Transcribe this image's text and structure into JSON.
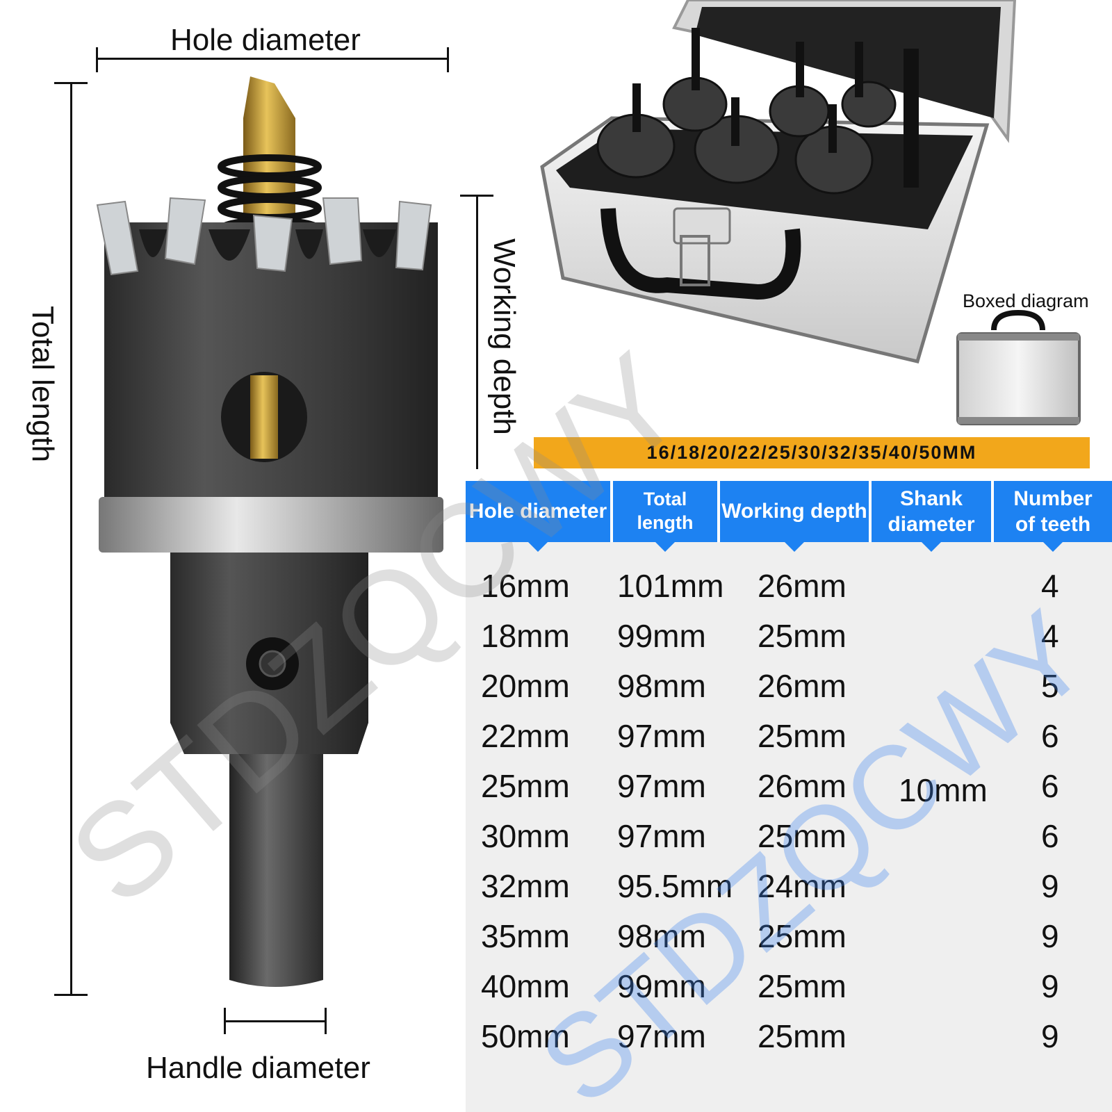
{
  "dimension_labels": {
    "hole_diameter": "Hole diameter",
    "total_length": "Total length",
    "working_depth": "Working depth",
    "handle_diameter": "Handle diameter"
  },
  "boxed_diagram_label": "Boxed diagram",
  "sizes_banner": "16/18/20/22/25/30/32/35/40/50MM",
  "table": {
    "headers": [
      "Hole diameter",
      "Total length",
      "Working depth",
      "Shank diameter",
      "Number of teeth"
    ],
    "shank_diameter": "10mm",
    "rows": [
      {
        "hole": "16mm",
        "total": "101mm",
        "depth": "26mm",
        "teeth": "4"
      },
      {
        "hole": "18mm",
        "total": "99mm",
        "depth": "25mm",
        "teeth": "4"
      },
      {
        "hole": "20mm",
        "total": "98mm",
        "depth": "26mm",
        "teeth": "5"
      },
      {
        "hole": "22mm",
        "total": "97mm",
        "depth": "25mm",
        "teeth": "6"
      },
      {
        "hole": "25mm",
        "total": "97mm",
        "depth": "26mm",
        "teeth": "6"
      },
      {
        "hole": "30mm",
        "total": "97mm",
        "depth": "25mm",
        "teeth": "6"
      },
      {
        "hole": "32mm",
        "total": "95.5mm",
        "depth": "24mm",
        "teeth": "9"
      },
      {
        "hole": "35mm",
        "total": "98mm",
        "depth": "25mm",
        "teeth": "9"
      },
      {
        "hole": "40mm",
        "total": "99mm",
        "depth": "25mm",
        "teeth": "9"
      },
      {
        "hole": "50mm",
        "total": "97mm",
        "depth": "25mm",
        "teeth": "9"
      }
    ]
  },
  "watermark": "STDZQCWY",
  "colors": {
    "header_blue": "#1d82f2",
    "banner_orange": "#f2a71b",
    "tool_body": "#3a3a3a",
    "drill_gold": "#c9a13b"
  }
}
